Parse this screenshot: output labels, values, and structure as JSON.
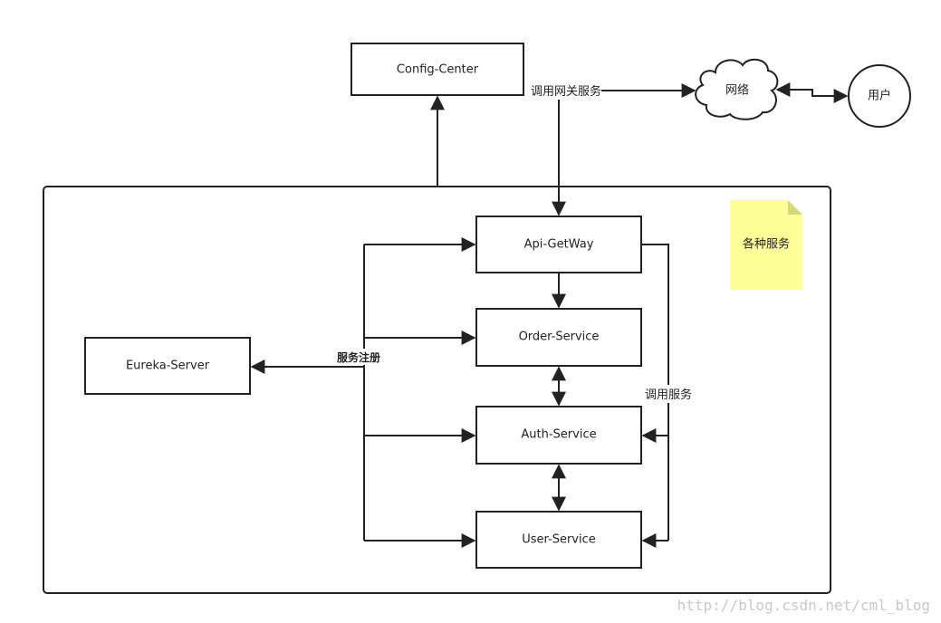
{
  "nodes": {
    "config_center": "Config-Center",
    "api_gateway": "Api-GetWay",
    "order_service": "Order-Service",
    "auth_service": "Auth-Service",
    "user_service": "User-Service",
    "eureka_server": "Eureka-Server",
    "network": "网络",
    "user": "用户"
  },
  "labels": {
    "call_gateway": "调用网关服务",
    "call_service": "调用服务",
    "service_registry": "服务注册"
  },
  "note": {
    "text": "各种服务",
    "color": "#ffff99"
  },
  "colors": {
    "stroke": "#222222",
    "registry_label": "#3333cc"
  },
  "watermark": "http://blog.csdn.net/cml_blog"
}
